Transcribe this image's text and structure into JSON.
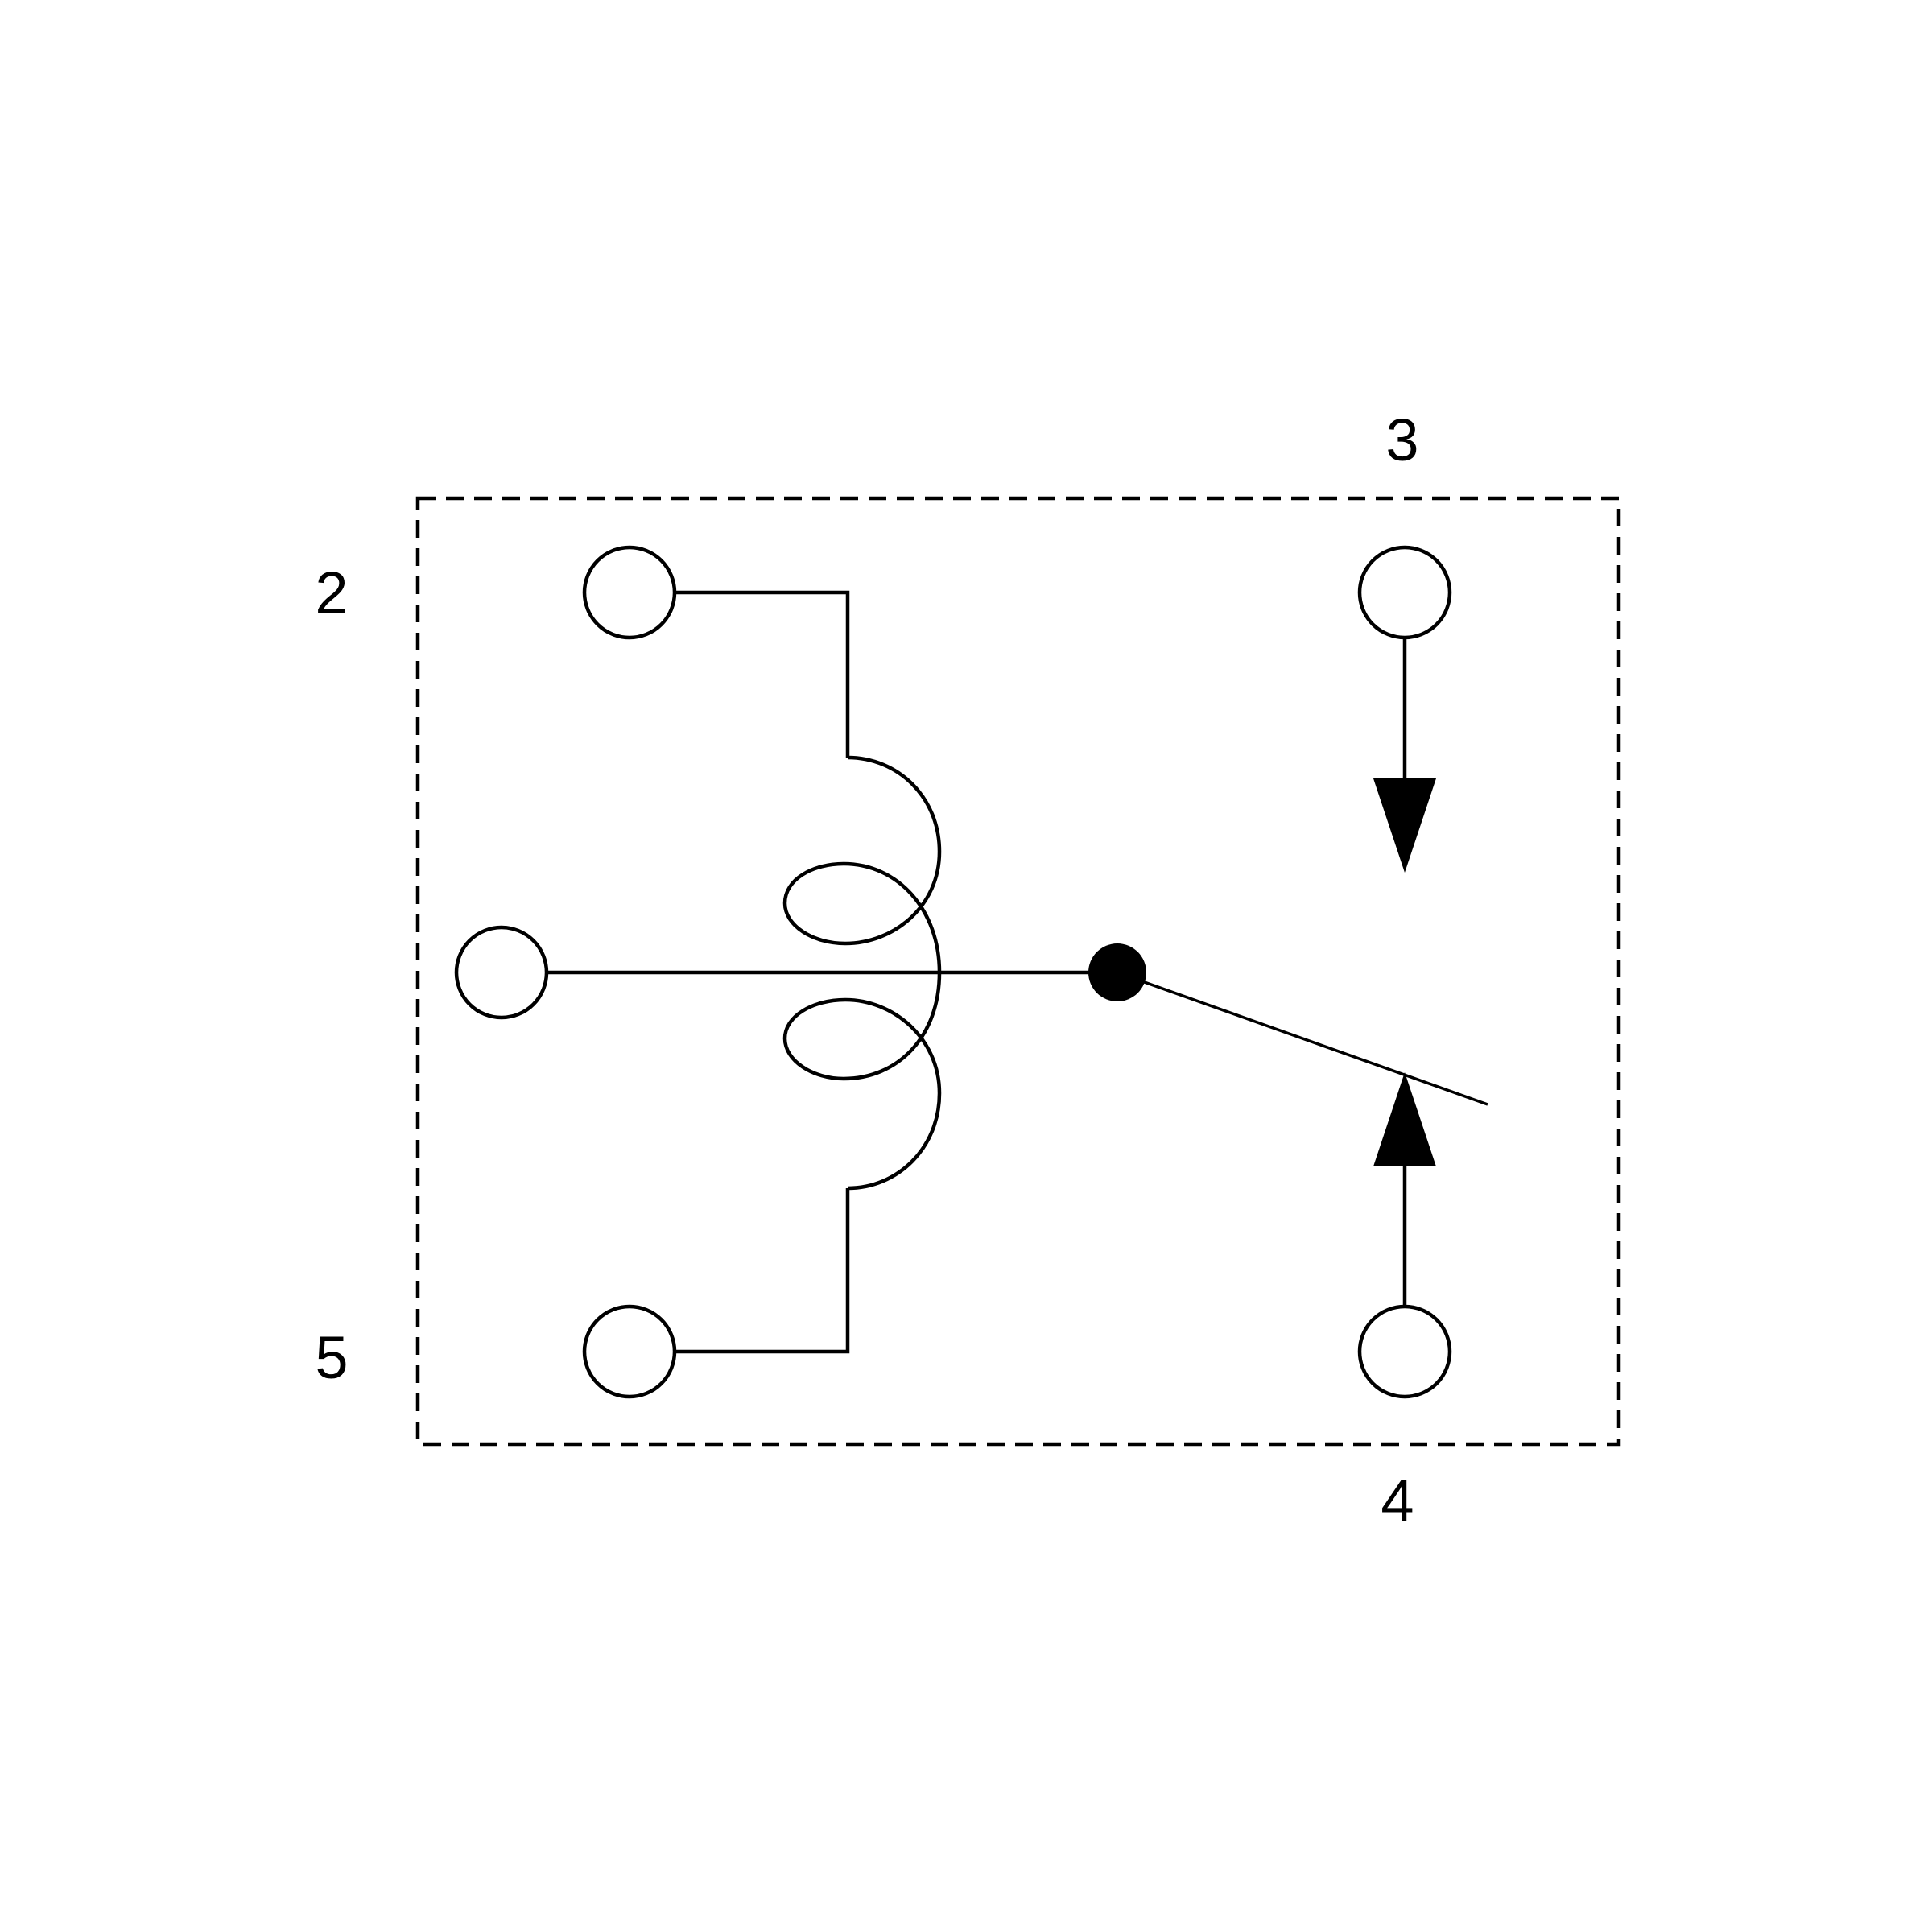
{
  "diagram": {
    "type": "relay-schematic",
    "line_color": "#000000",
    "background": "#ffffff",
    "pins": [
      {
        "id": "pin-2",
        "label": "2"
      },
      {
        "id": "pin-3",
        "label": "3"
      },
      {
        "id": "pin-4",
        "label": "4"
      },
      {
        "id": "pin-5",
        "label": "5"
      }
    ]
  }
}
